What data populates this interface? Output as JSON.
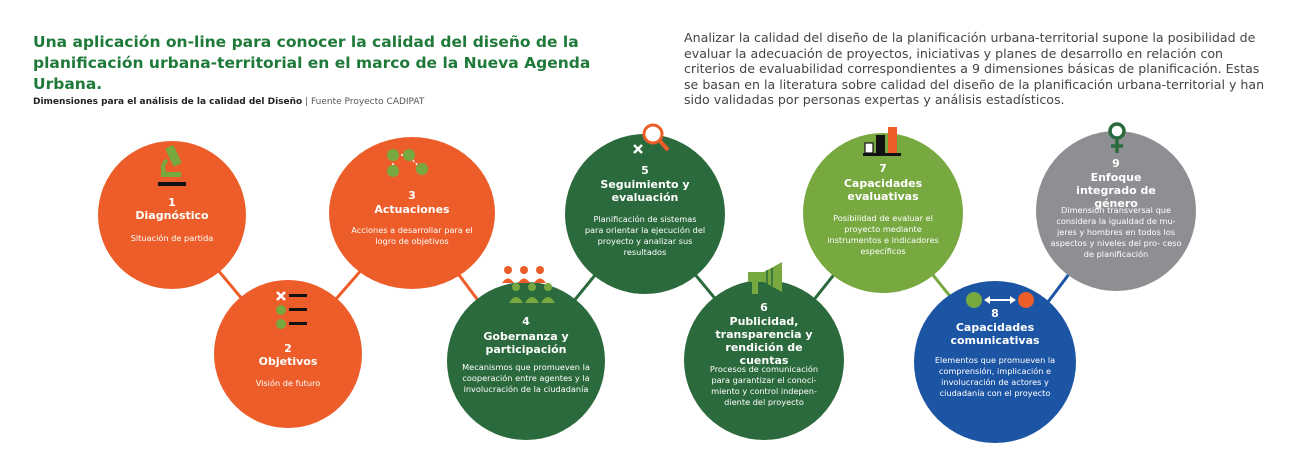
{
  "header": {
    "title": "Una aplicación on-line para conocer la calidad del diseño de la planificación urbana-territorial en el marco de la Nueva Agenda Urbana.",
    "subtitle_bold": "Dimensiones para el análisis de la calidad del Diseño",
    "subtitle_source": " | Fuente Proyecto CADIPAT"
  },
  "intro": "Analizar la calidad del diseño de la planificación urbana-territorial supone la posibilidad de evaluar la adecuación de proyectos, iniciativas y planes de desarrollo en relación con criterios de evaluabilidad correspondientes a 9 dimensiones básicas de planificación. Estas se basan en la literatura sobre calidad del diseño de la planificación urbana-territorial y han sido validadas por personas expertas y análisis estadísticos.",
  "colors": {
    "orange": "#ec5d2a",
    "dark_green": "#2b6a3c",
    "light_green": "#78a941",
    "blue": "#1d55a5",
    "gray": "#8e8f92",
    "title_green": "#1f7a3a"
  },
  "dimensions": [
    {
      "num": "1",
      "name": "Diagnóstico",
      "desc": "Situación de partida",
      "icon": "microscope-icon"
    },
    {
      "num": "2",
      "name": "Objetivos",
      "desc": "Visión de futuro",
      "icon": "checklist-icon"
    },
    {
      "num": "3",
      "name": "Actuaciones",
      "desc": "Acciones a desarrollar para el logro de objetivos",
      "icon": "network-icon"
    },
    {
      "num": "4",
      "name": "Gobernanza y participación",
      "desc": "Mecanismos que promueven la cooperación entre agentes y la involucración de la ciudadanía",
      "icon": "people-icon"
    },
    {
      "num": "5",
      "name": "Seguimiento y evaluación",
      "desc": "Planificación de sistemas para orientar la ejecución del proyecto y analizar sus resultados",
      "icon": "magnifier-icon"
    },
    {
      "num": "6",
      "name": "Publicidad, transparencia y rendición de cuentas",
      "desc": "Procesos de comunicación para garantizar el conoci- miento y control indepen- diente del proyecto",
      "icon": "megaphone-icon"
    },
    {
      "num": "7",
      "name": "Capacidades evaluativas",
      "desc": "Posibilidad de evaluar el proyecto mediante instrumentos e indicadores específicos",
      "icon": "bar-chart-icon"
    },
    {
      "num": "8",
      "name": "Capacidades comunicativas",
      "desc": "Elementos que promueven la comprensión, implicación e involucración de actores y ciudadanía con el proyecto",
      "icon": "exchange-icon"
    },
    {
      "num": "9",
      "name": "Enfoque integrado de género",
      "desc": "Dimensión transversal que considera la igualdad de mu- jeres y hombres en todos los aspectos y niveles del pro- ceso de planificación",
      "icon": "female-symbol-icon"
    }
  ]
}
